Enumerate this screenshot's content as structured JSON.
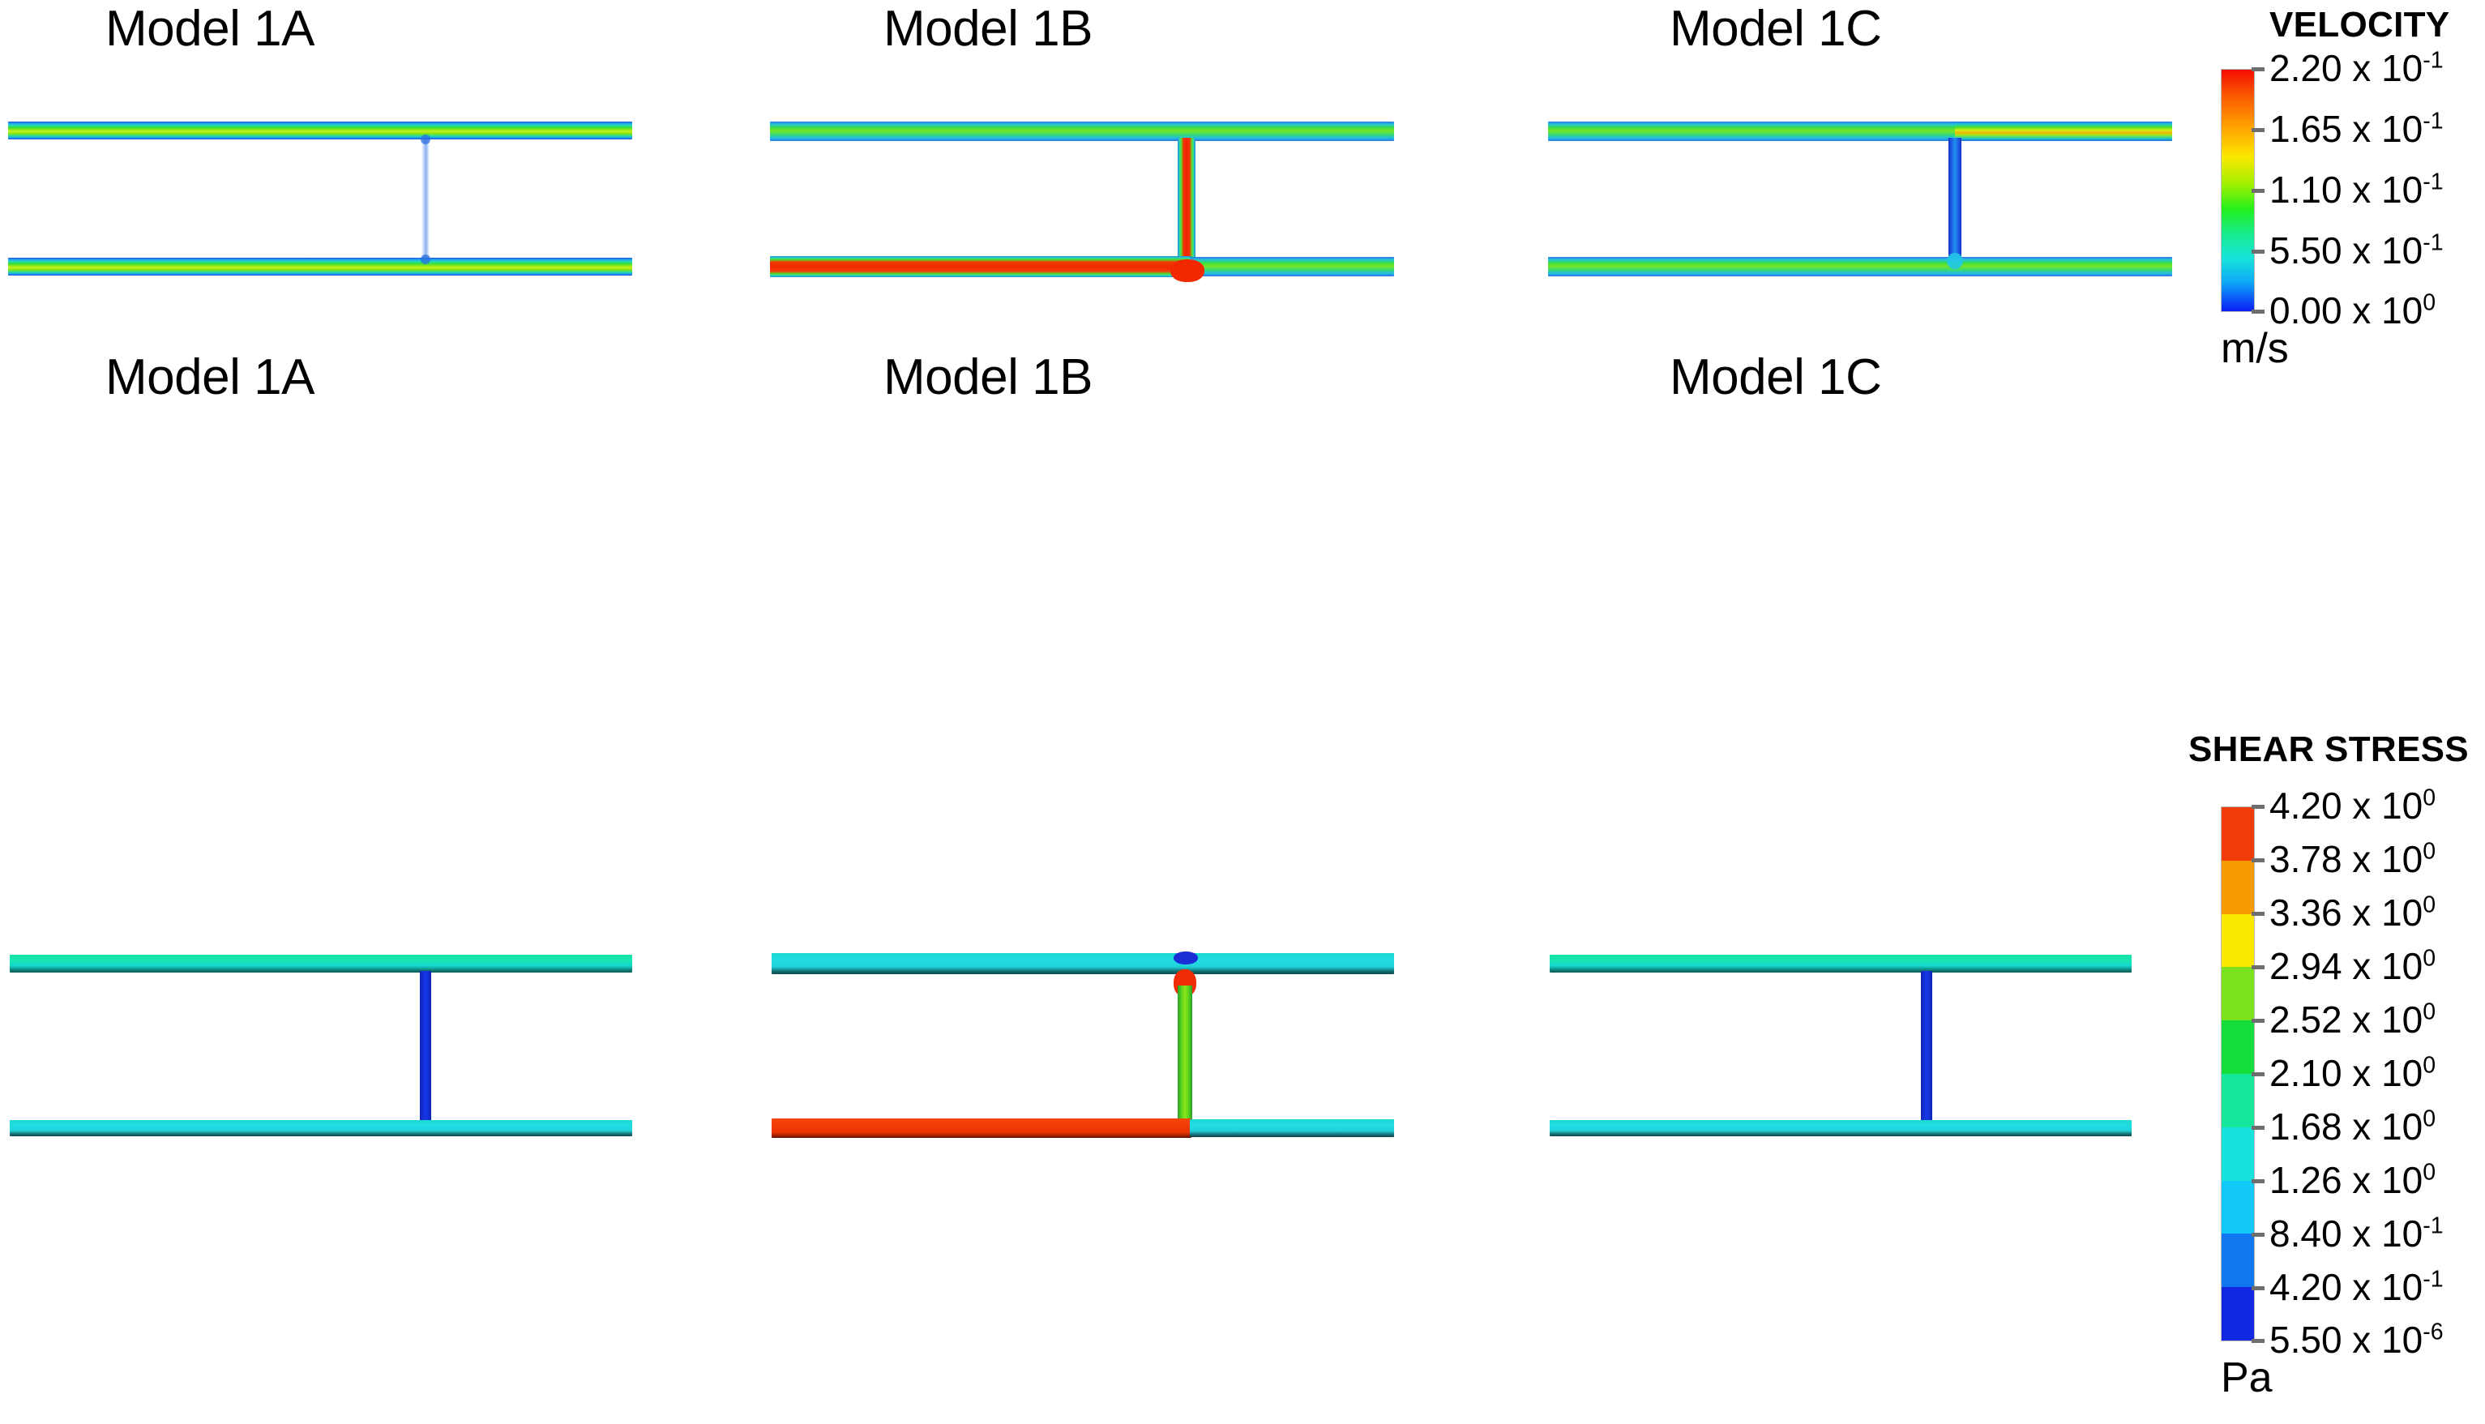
{
  "figure": {
    "type": "cfd-contour-panels",
    "rows": 2,
    "columns": 3
  },
  "panels": [
    {
      "id": "velocity-1a",
      "title": "Model 1A",
      "quantity": "VELOCITY",
      "row": 1,
      "column": 1
    },
    {
      "id": "velocity-1b",
      "title": "Model 1B",
      "quantity": "VELOCITY",
      "row": 1,
      "column": 2
    },
    {
      "id": "velocity-1c",
      "title": "Model 1C",
      "quantity": "VELOCITY",
      "row": 1,
      "column": 3
    },
    {
      "id": "shear-1a",
      "title": "Model 1A",
      "quantity": "SHEAR STRESS",
      "row": 2,
      "column": 1
    },
    {
      "id": "shear-1b",
      "title": "Model 1B",
      "quantity": "SHEAR STRESS",
      "row": 2,
      "column": 2
    },
    {
      "id": "shear-1c",
      "title": "Model 1C",
      "quantity": "SHEAR STRESS",
      "row": 2,
      "column": 3
    }
  ],
  "legends": {
    "velocity": {
      "title": "VELOCITY",
      "unit": "m/s",
      "scale": "continuous",
      "ticks": [
        {
          "mantissa": "2.20",
          "exponent": "-1",
          "text": "2.20 x 10",
          "position_pct": 0
        },
        {
          "mantissa": "1.65",
          "exponent": "-1",
          "text": "1.65 x 10",
          "position_pct": 25
        },
        {
          "mantissa": "1.10",
          "exponent": "-1",
          "text": "1.10 x 10",
          "position_pct": 50
        },
        {
          "mantissa": "5.50",
          "exponent": "-1",
          "text": "5.50 x 10",
          "position_pct": 75
        },
        {
          "mantissa": "0.00",
          "exponent": "0",
          "text": "0.00 x 10",
          "position_pct": 100
        }
      ],
      "colors": [
        "#f40d00",
        "#fea400",
        "#fbe800",
        "#22ef1d",
        "#16e4da",
        "#0b1ef2"
      ]
    },
    "shear_stress": {
      "title": "SHEAR STRESS",
      "unit": "Pa",
      "scale": "discrete",
      "ticks": [
        {
          "mantissa": "4.20",
          "exponent": "0",
          "text": "4.20 x 10"
        },
        {
          "mantissa": "3.78",
          "exponent": "0",
          "text": "3.78 x 10"
        },
        {
          "mantissa": "3.36",
          "exponent": "0",
          "text": "3.36 x 10"
        },
        {
          "mantissa": "2.94",
          "exponent": "0",
          "text": "2.94 x 10"
        },
        {
          "mantissa": "2.52",
          "exponent": "0",
          "text": "2.52 x 10"
        },
        {
          "mantissa": "2.10",
          "exponent": "0",
          "text": "2.10 x 10"
        },
        {
          "mantissa": "1.68",
          "exponent": "0",
          "text": "1.68 x 10"
        },
        {
          "mantissa": "1.26",
          "exponent": "0",
          "text": "1.26 x 10"
        },
        {
          "mantissa": "8.40",
          "exponent": "-1",
          "text": "8.40 x 10"
        },
        {
          "mantissa": "4.20",
          "exponent": "-1",
          "text": "4.20 x 10"
        },
        {
          "mantissa": "5.50",
          "exponent": "-6",
          "text": "5.50 x 10"
        }
      ],
      "bands": [
        "#f03c08",
        "#f79b05",
        "#fbe800",
        "#7ae31d",
        "#15dd3b",
        "#17e79a",
        "#18e2dc",
        "#12c8f7",
        "#1276ef",
        "#1127e0"
      ]
    }
  }
}
